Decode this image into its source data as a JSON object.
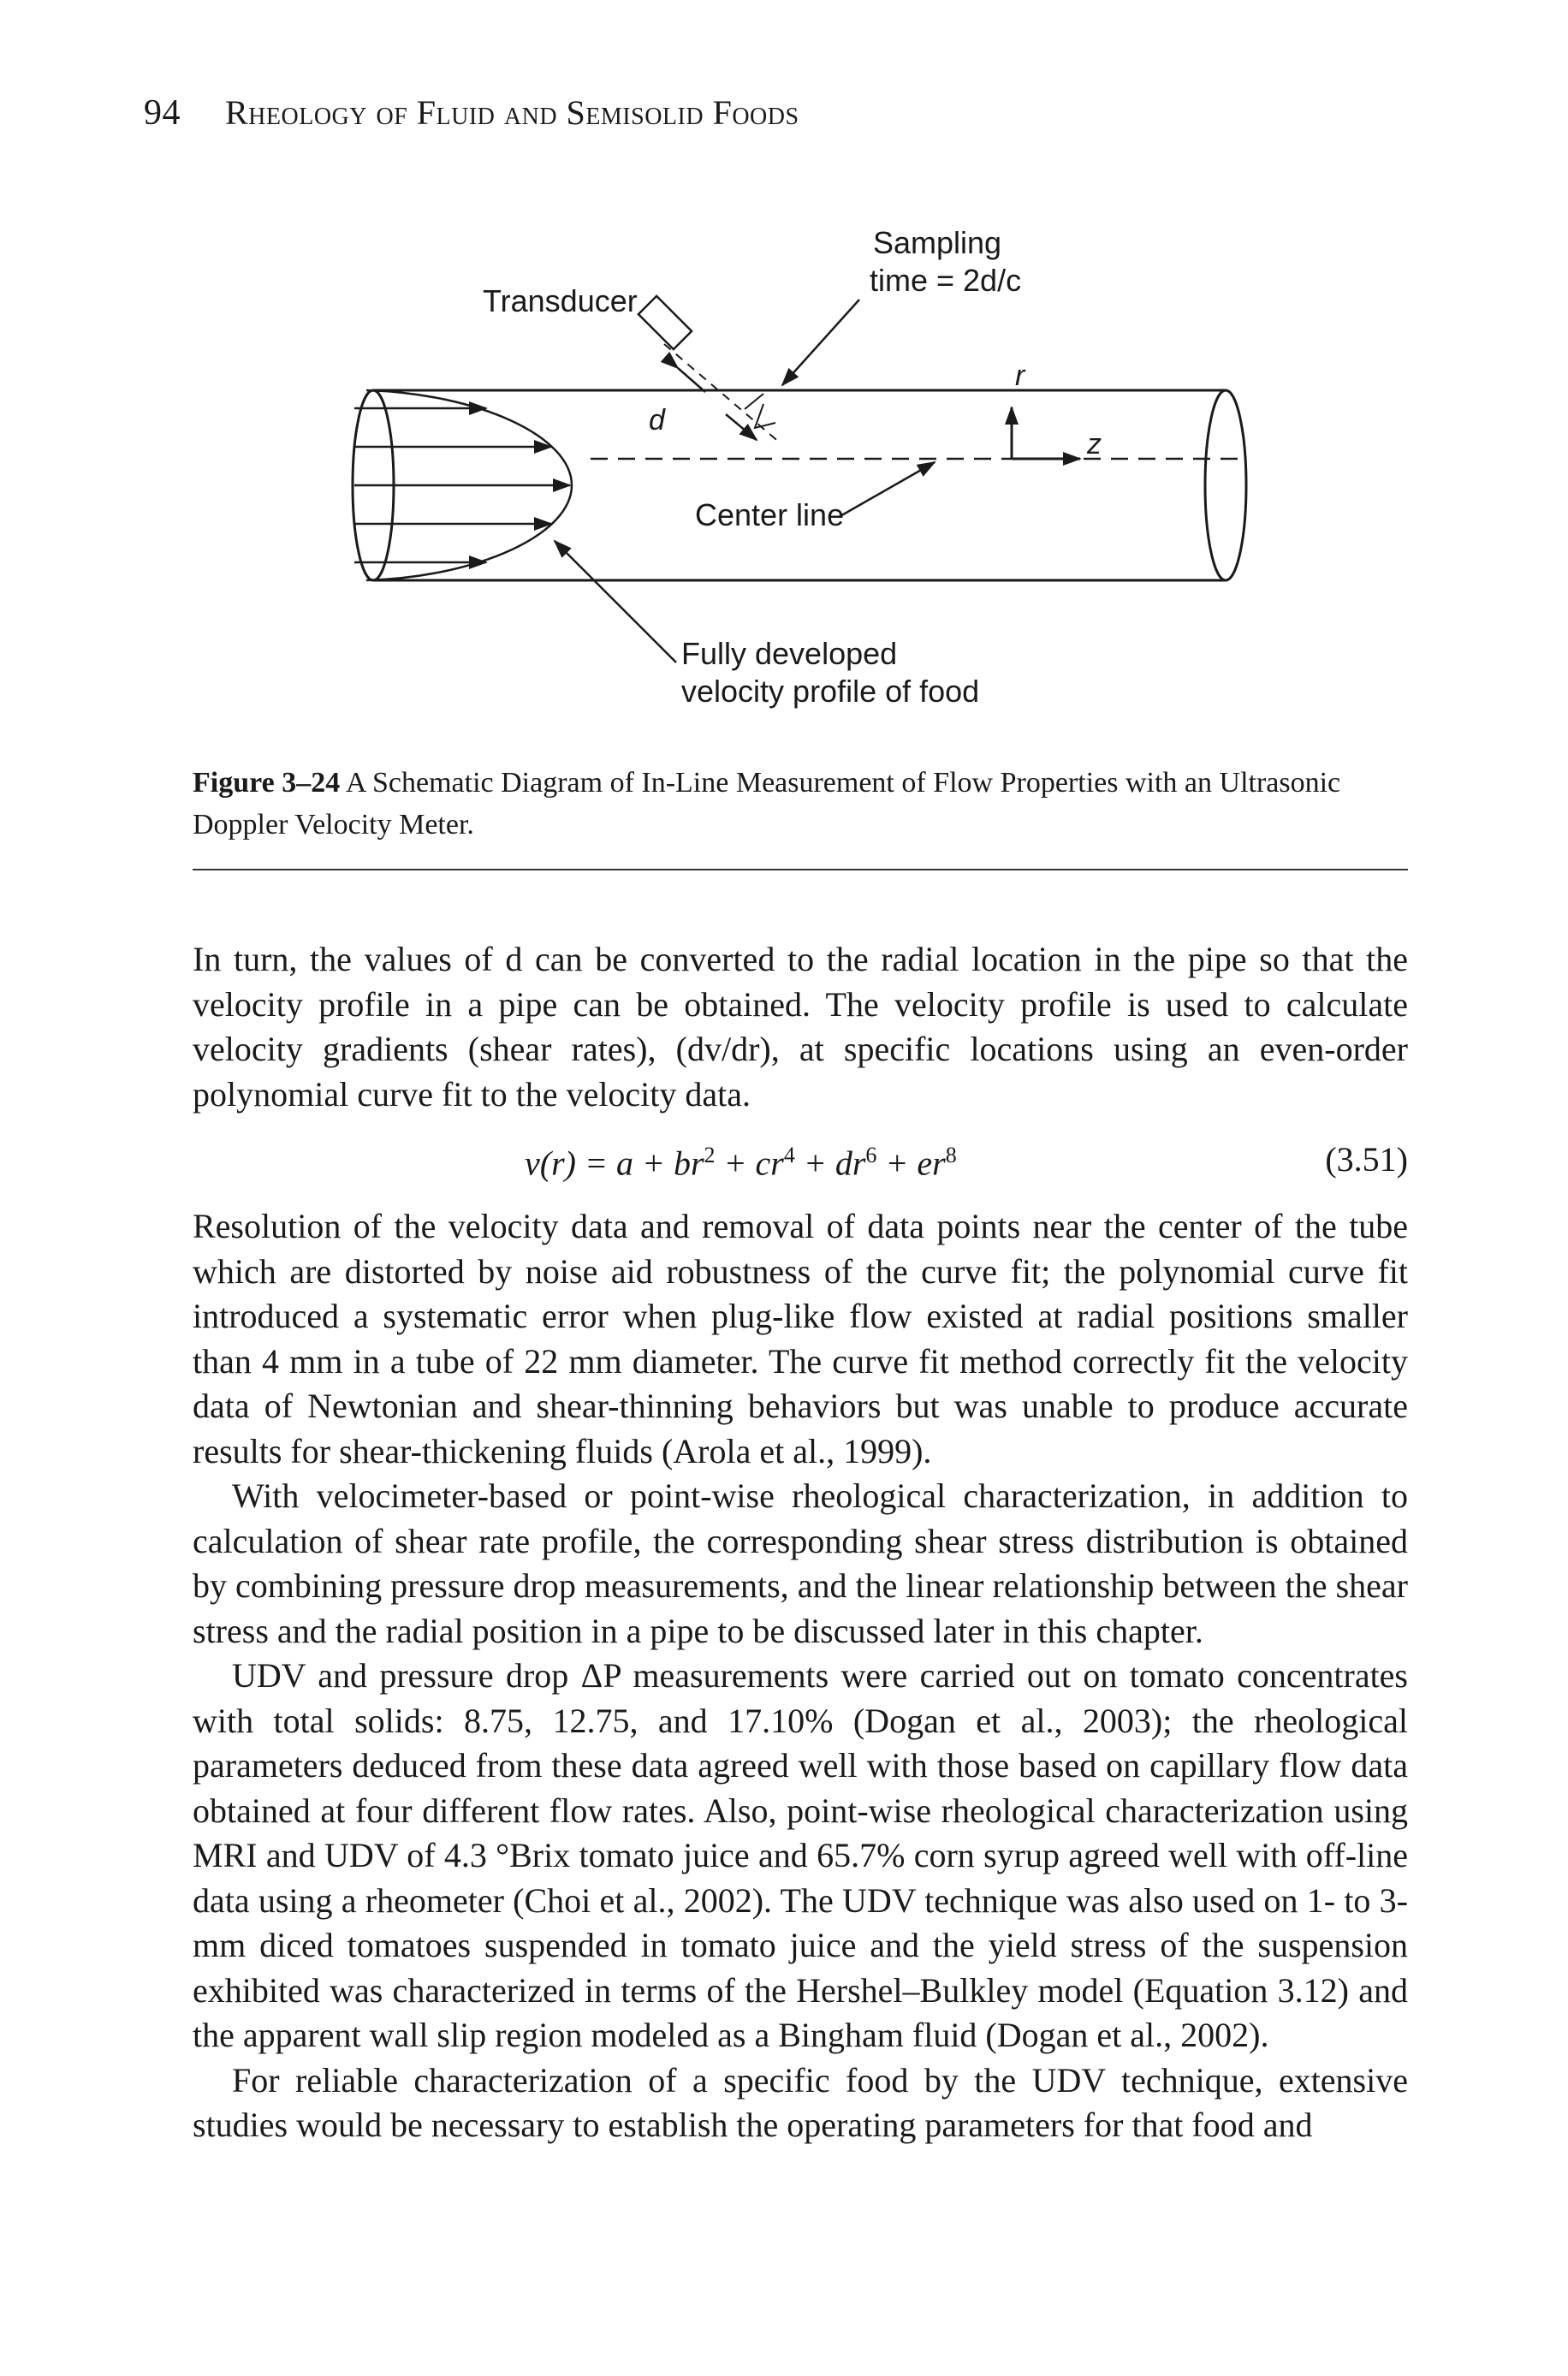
{
  "header": {
    "page_number": "94",
    "running_title": "Rheology of Fluid and Semisolid Foods"
  },
  "figure": {
    "labels": {
      "transducer": "Transducer",
      "sampling_1": "Sampling",
      "sampling_2": "time = 2d/c",
      "d": "d",
      "r": "r",
      "z": "z",
      "centerline": "Center line",
      "profile_1": "Fully developed",
      "profile_2": "velocity profile of food"
    },
    "caption_label": "Figure 3–24",
    "caption_text": "A Schematic Diagram of In-Line Measurement of Flow Properties with an Ultrasonic Doppler Velocity Meter."
  },
  "body": {
    "p1": "In turn, the values of d can be converted to the radial location in the pipe so that the velocity profile in a pipe can be obtained. The velocity profile is used to calculate velocity gradients (shear rates), (dv/dr), at specific locations using an even-order polynomial curve fit to the velocity data.",
    "equation_lhs": "v(r) = a + br",
    "equation_number": "(3.51)",
    "p2": "Resolution of the velocity data and removal of data points near the center of the tube which are distorted by noise aid robustness of the curve fit; the polynomial curve fit introduced a systematic error when plug-like flow existed at radial positions smaller than 4 mm in a tube of 22 mm diameter. The curve fit method correctly fit the velocity data of Newtonian and shear-thinning behaviors but was unable to produce accurate results for shear-thickening fluids (Arola et al., 1999).",
    "p3": "With velocimeter-based or point-wise rheological characterization, in addition to calculation of shear rate profile, the corresponding shear stress distribution is obtained by combining pressure drop measurements, and the linear relationship between the shear stress and the radial position in a pipe to be discussed later in this chapter.",
    "p4": "UDV and pressure drop ΔP measurements were carried out on tomato concentrates with total solids: 8.75, 12.75, and 17.10% (Dogan et al., 2003); the rheological parameters deduced from these data agreed well with those based on capillary flow data obtained at four different flow rates. Also, point-wise rheological characterization using MRI and UDV of 4.3 °Brix tomato juice and 65.7% corn syrup agreed well with off-line data using a rheometer (Choi et al., 2002). The UDV technique was also used on 1- to 3-mm diced tomatoes suspended in tomato juice and the yield stress of the suspension exhibited was characterized in terms of the Hershel–Bulkley model (Equation 3.12) and the apparent wall slip region modeled as a Bingham fluid (Dogan et al., 2002).",
    "p5": "For reliable characterization of a specific food by the UDV technique, extensive studies would be necessary to establish the operating parameters for that food and"
  }
}
